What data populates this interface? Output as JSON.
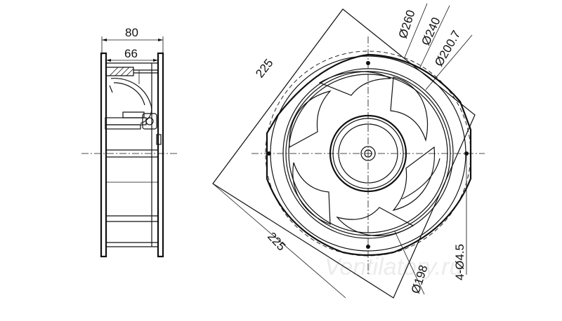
{
  "side_view": {
    "width_overall": "80",
    "width_frame": "66"
  },
  "front_view": {
    "frame_side_top": "225",
    "frame_side_bottom": "225",
    "dia_outer": "Ø260",
    "dia_bolt_circle": "Ø240",
    "dia_impeller": "Ø200.7",
    "dia_venturi": "Ø198",
    "holes": "4-Ø4.5"
  },
  "watermark": "Ventilatory.ru"
}
